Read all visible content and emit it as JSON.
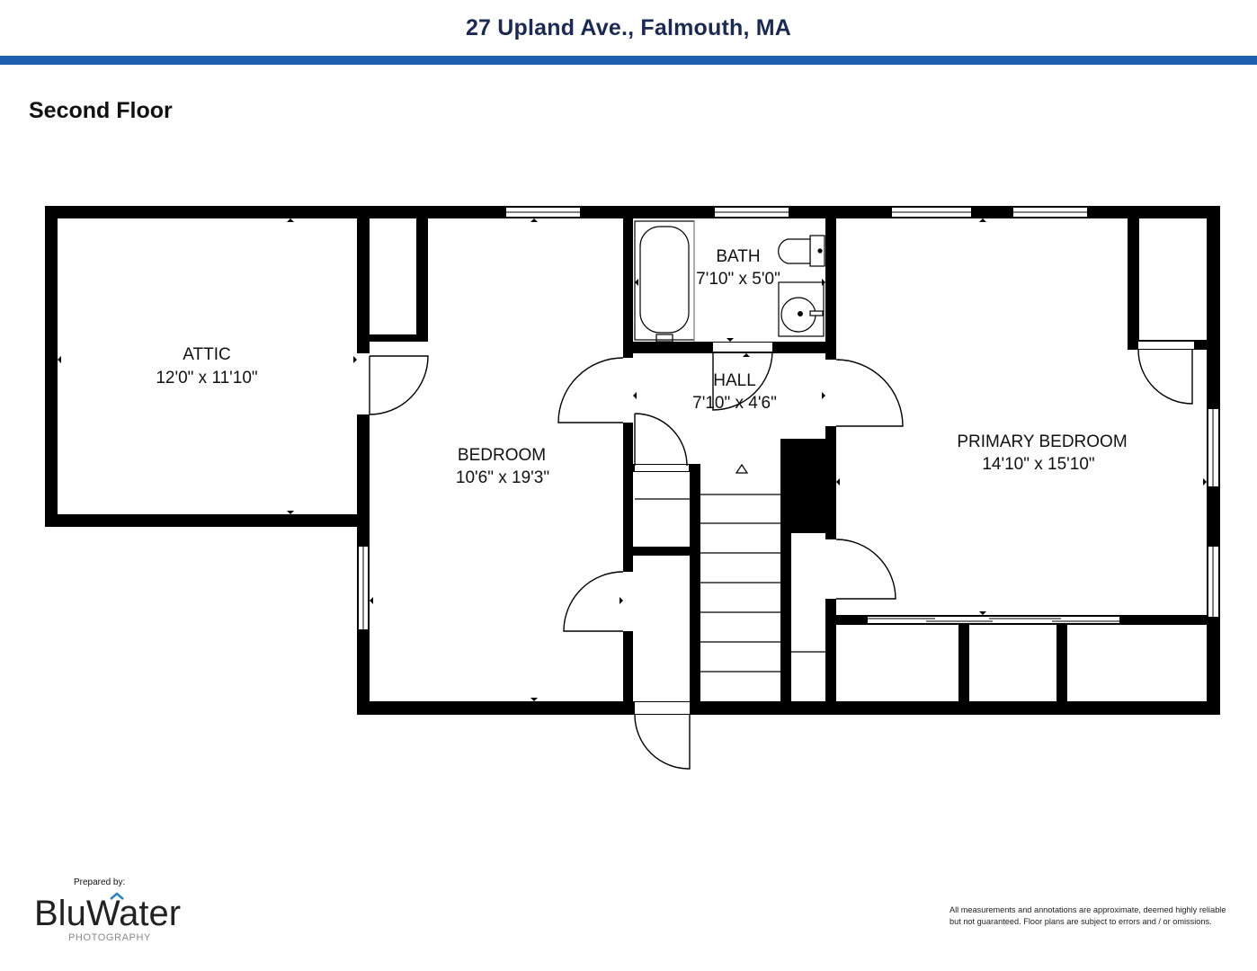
{
  "header": {
    "title": "27 Upland Ave., Falmouth, MA",
    "accent_color": "#1f5fb0",
    "title_color": "#1c2a52"
  },
  "floor": {
    "title": "Second Floor"
  },
  "rooms": {
    "attic": {
      "name": "ATTIC",
      "dimensions": "12'0\" x 11'10\""
    },
    "bedroom": {
      "name": "BEDROOM",
      "dimensions": "10'6\" x 19'3\""
    },
    "bath": {
      "name": "BATH",
      "dimensions": "7'10\" x 5'0\""
    },
    "hall": {
      "name": "HALL",
      "dimensions": "7'10\" x 4'6\""
    },
    "primary_bedroom": {
      "name": "PRIMARY BEDROOM",
      "dimensions": "14'10\" x 15'10\""
    }
  },
  "branding": {
    "prepared_by": "Prepared by:",
    "logo_wordmark": "BluWater",
    "logo_subtitle": "PHOTOGRAPHY",
    "logo_icon": "roof-chevron-icon"
  },
  "disclaimer": "All measurements and annotations are approximate, deemed highly reliable but not guaranteed. Floor plans are subject to errors and / or omissions."
}
